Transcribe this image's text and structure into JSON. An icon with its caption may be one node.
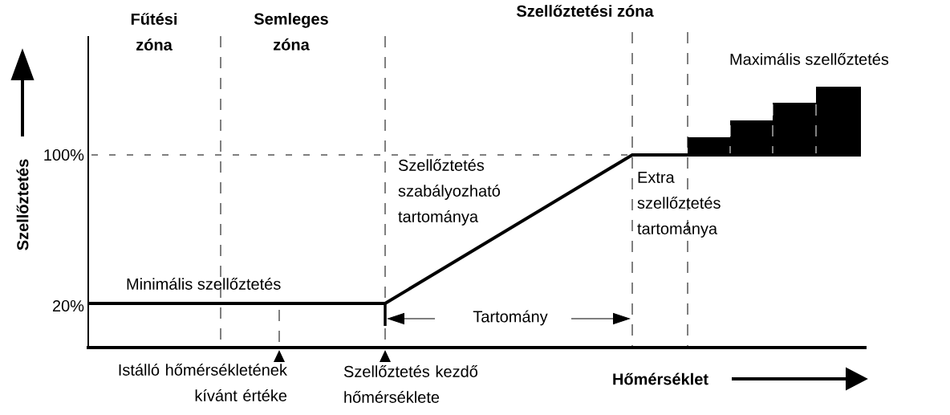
{
  "diagram": {
    "labels": [
      "Fűtési zóna",
      "Semleges zóna",
      "Szellőztetési zóna",
      "Maximális szellőztetés",
      "Szellőztetés",
      "100%",
      "Szellőztetés szabályozható tartománya",
      "Extra szellőztetés tartománya",
      "Minimális szellőztetés",
      "20%",
      "Tartomány",
      "Istálló hőmérsékletének kívánt értéke",
      "Szellőztetés kezdő hőmérséklete",
      "Hőmérséklet"
    ]
  }
}
